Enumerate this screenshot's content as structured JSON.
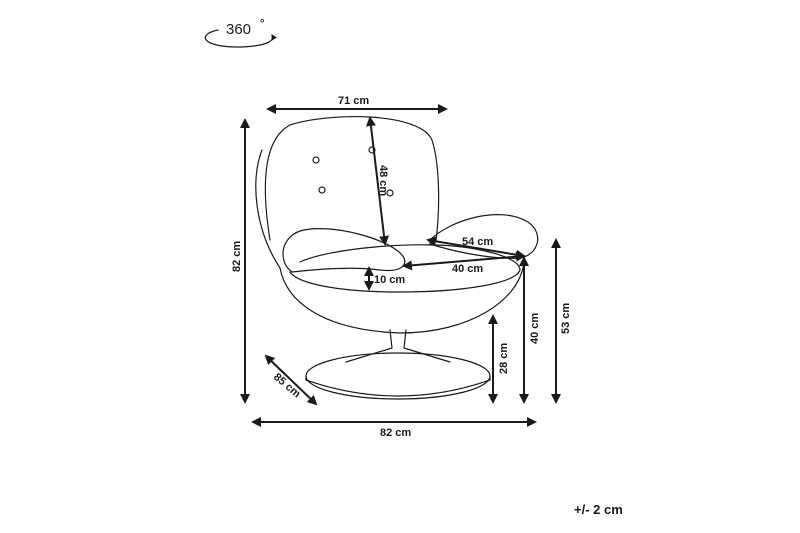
{
  "rotation": {
    "label": "360",
    "unit": "°"
  },
  "dimensions": {
    "top_width": "71 cm",
    "backrest_height": "48 cm",
    "seat_depth": "54 cm",
    "seat_width": "40 cm",
    "cushion_height": "10 cm",
    "total_height": "82 cm",
    "base_diameter": "85 cm",
    "total_width": "82 cm",
    "base_to_seat": "28 cm",
    "seat_height": "40 cm",
    "armrest_height": "53 cm"
  },
  "tolerance": "+/- 2 cm",
  "colors": {
    "line": "#1a1a1a",
    "background": "#ffffff"
  }
}
